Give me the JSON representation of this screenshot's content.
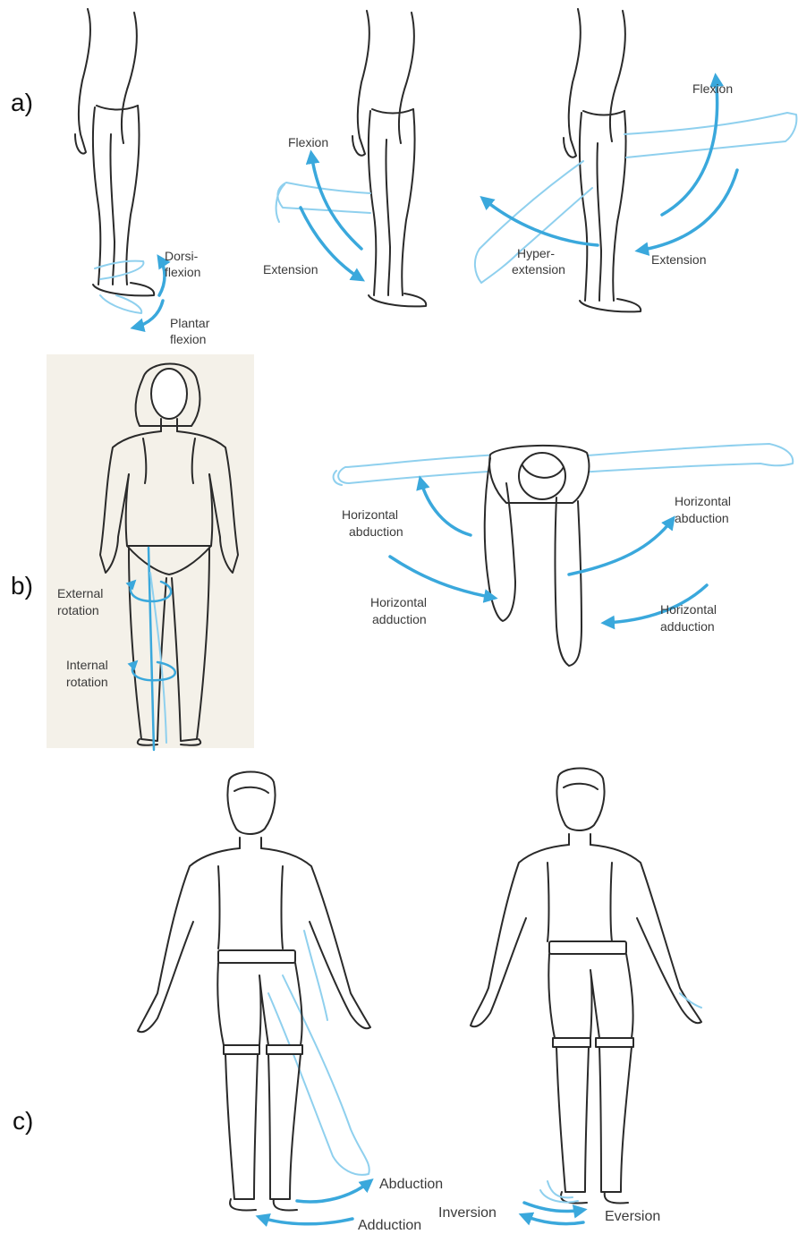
{
  "panels": {
    "a": {
      "tag": "a)",
      "labels": {
        "dorsiflexion_1": "Dorsi-",
        "dorsiflexion_2": "flexion",
        "plantar_1": "Plantar",
        "plantar_2": "flexion",
        "knee_flexion": "Flexion",
        "knee_extension": "Extension",
        "hip_flexion": "Flexion",
        "hip_hyper_1": "Hyper-",
        "hip_hyper_2": "extension",
        "hip_extension": "Extension"
      }
    },
    "b": {
      "tag": "b)",
      "labels": {
        "external_1": "External",
        "external_2": "rotation",
        "internal_1": "Internal",
        "internal_2": "rotation",
        "h_abd_left_1": "Horizontal",
        "h_abd_left_2": "abduction",
        "h_add_left_1": "Horizontal",
        "h_add_left_2": "adduction",
        "h_abd_right_1": "Horizontal",
        "h_abd_right_2": "abduction",
        "h_add_right_1": "Horizontal",
        "h_add_right_2": "adduction"
      }
    },
    "c": {
      "tag": "c)",
      "labels": {
        "abduction": "Abduction",
        "adduction": "Adduction",
        "inversion": "Inversion",
        "eversion": "Eversion"
      }
    }
  },
  "colors": {
    "arrow": "#3aa8dc",
    "ghost_limb": "#8fd0ee",
    "line_art": "#2a2a2a"
  }
}
